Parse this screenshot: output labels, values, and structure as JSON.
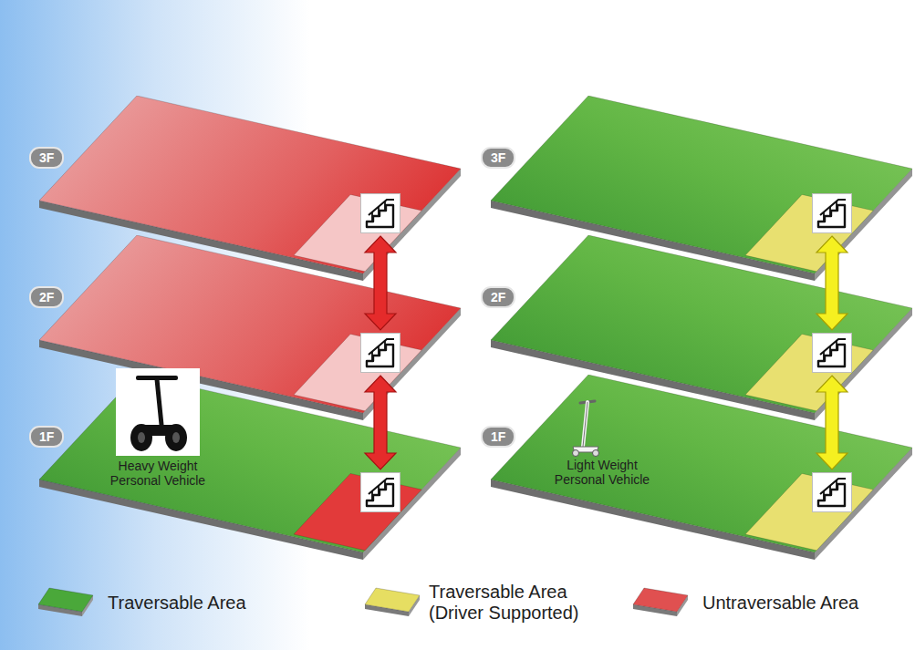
{
  "diagram": {
    "nodes": [
      {
        "text": [
          "3F"
        ]
      },
      {
        "text": [
          "2F"
        ]
      },
      {
        "text": [
          "1F"
        ]
      },
      {
        "text": [
          "3F"
        ]
      },
      {
        "text": [
          "2F"
        ]
      },
      {
        "text": [
          "1F"
        ]
      }
    ],
    "edges": [
      {
        "from": 0,
        "to": 1,
        "arrow": "both"
      },
      {
        "from": 1,
        "to": 2,
        "arrow": "both"
      },
      {
        "from": 3,
        "to": 4,
        "arrow": "both"
      },
      {
        "from": 4,
        "to": 5,
        "arrow": "both"
      }
    ],
    "labels": [
      "Heavy Weight Personal Vehicle",
      "Light Weight Personal Vehicle"
    ],
    "legend": [
      {
        "text": "Traversable Area",
        "color": "#4aa83a"
      },
      {
        "text": "Traversable Area (Driver Supported)",
        "color": "#e6de62"
      },
      {
        "text": "Untraversable Area",
        "color": "#e05050"
      }
    ]
  }
}
